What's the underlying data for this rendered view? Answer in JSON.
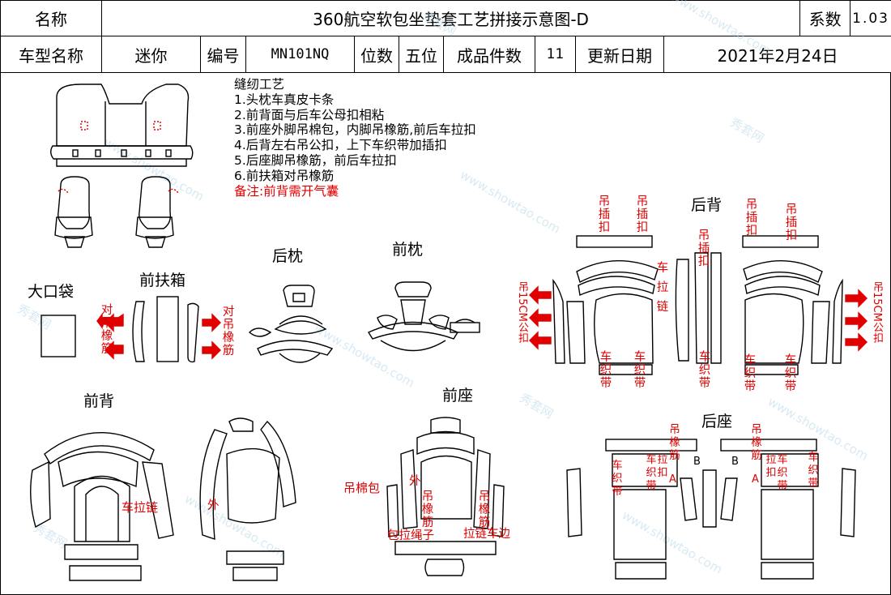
{
  "header": {
    "name_label": "名称",
    "title": "360航空软包坐垫套工艺拼接示意图-D",
    "coef_label": "系数",
    "coef_value": "1.03",
    "model_label": "车型名称",
    "model_value": "迷你",
    "code_label": "编号",
    "code_value": "MN101NQ",
    "seat_label": "位数",
    "seat_value": "五位",
    "pieces_label": "成品件数",
    "pieces_value": "11",
    "date_label": "更新日期",
    "date_value": "2021年2月24日"
  },
  "notes": {
    "title": "缝纫工艺",
    "items": [
      "1.头枕车真皮卡条",
      "2.前背面与后车公母扣相粘",
      "3.前座外脚吊棉包，内脚吊橡筋,前后车拉扣",
      "4.后背左右吊公扣，上下车织带加插扣",
      "5.后座脚吊橡筋，前后车拉扣",
      "6.前扶箱对吊橡筋"
    ],
    "remark": "备注:前背需开气囊"
  },
  "sections": {
    "big_pocket": "大口袋",
    "front_armrest": "前扶箱",
    "rear_headrest": "后枕",
    "front_headrest": "前枕",
    "rear_back": "后背",
    "front_back": "前背",
    "front_seat": "前座",
    "rear_seat": "后座"
  },
  "annotations": {
    "pair_elastic": "对吊橡筋",
    "hang_buckle": "吊插扣",
    "zipper": "车拉链",
    "hang_15cm": "吊15CM公扣",
    "webbing": "车织带",
    "zipper_h": "车拉链",
    "outer": "外",
    "cotton_bag": "吊棉包",
    "hang_elastic": "吊橡筋",
    "rope": "包拉绳子",
    "pull_edge": "拉链车边",
    "a": "A",
    "b": "B",
    "hang_elastic_short": "吊橡筋",
    "pull_buckle": "拉扣"
  },
  "watermark": [
    "秀套网",
    "www.showtao.com"
  ],
  "colors": {
    "annotation": "#e00000",
    "line": "#000000",
    "watermark": "#9fcbe3"
  }
}
